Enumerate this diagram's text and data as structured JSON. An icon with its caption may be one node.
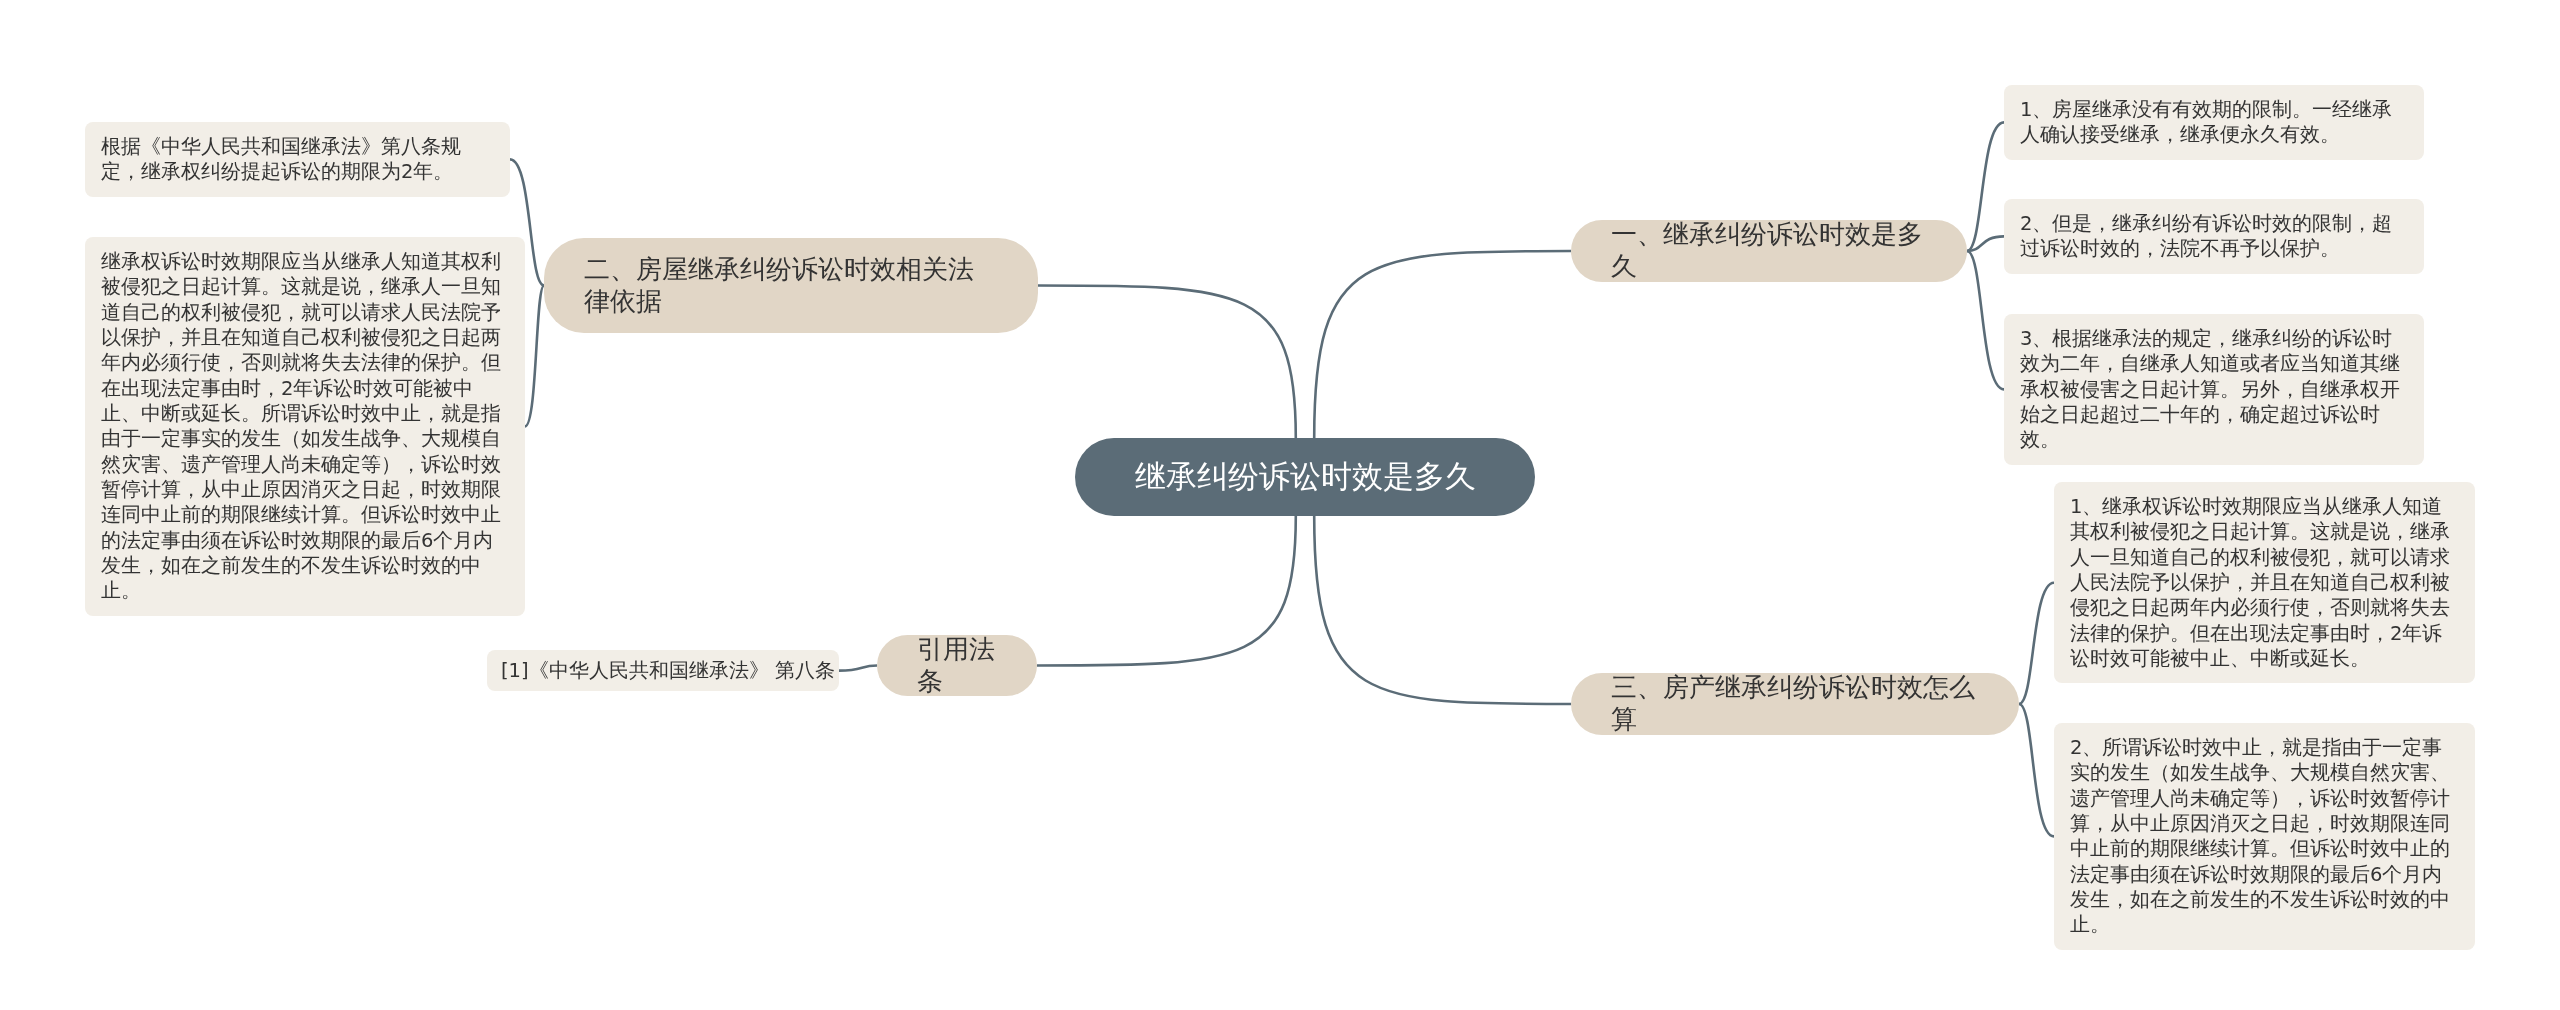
{
  "diagram": {
    "nodes": [
      {
        "text": [
          "继承纠纷诉讼时效是多久"
        ]
      },
      {
        "text": [
          "一、继承纠纷诉讼时效是多久"
        ]
      },
      {
        "text": [
          "1、房屋继承没有有效期的限制。一经继承人确认接受继承，继承便永久有效。"
        ]
      },
      {
        "text": [
          "2、但是，继承纠纷有诉讼时效的限制，超过诉讼时效的，法院不再予以保护。"
        ]
      },
      {
        "text": [
          "3、根据继承法的规定，继承纠纷的诉讼时效为二年，自继承人知道或者应当知道其继承权被侵害之日起计算。另外，自继承权开始之日起超过二十年的，确定超过诉讼时效。"
        ]
      },
      {
        "text": [
          "二、房屋继承纠纷诉讼时效相关法律依据"
        ]
      },
      {
        "text": [
          "根据《中华人民共和国继承法》第八条规定，继承权纠纷提起诉讼的期限为2年。"
        ]
      },
      {
        "text": [
          "继承权诉讼时效期限应当从继承人知道其权利被侵犯之日起计算。这就是说，继承人一旦知道自己的权利被侵犯，就可以请求人民法院予以保护，并且在知道自己权利被侵犯之日起两年内必须行使，否则就将失去法律的保护。但在出现法定事由时，2年诉讼时效可能被中止、中断或延长。所谓诉讼时效中止，就是指由于一定事实的发生（如发生战争、大规模自然灾害、遗产管理人尚未确定等），诉讼时效暂停计算，从中止原因消灭之日起，时效期限连同中止前的期限继续计算。但诉讼时效中止的法定事由须在诉讼时效期限的最后6个月内发生，如在之前发生的不发生诉讼时效的中止。"
        ]
      },
      {
        "text": [
          "三、房产继承纠纷诉讼时效怎么算"
        ]
      },
      {
        "text": [
          "1、继承权诉讼时效期限应当从继承人知道其权利被侵犯之日起计算。这就是说，继承人一旦知道自己的权利被侵犯，就可以请求人民法院予以保护，并且在知道自己权利被侵犯之日起两年内必须行使，否则就将失去法律的保护。但在出现法定事由时，2年诉讼时效可能被中止、中断或延长。"
        ]
      },
      {
        "text": [
          "2、所谓诉讼时效中止，就是指由于一定事实的发生（如发生战争、大规模自然灾害、遗产管理人尚未确定等），诉讼时效暂停计算，从中止原因消灭之日起，时效期限连同中止前的期限继续计算。但诉讼时效中止的法定事由须在诉讼时效期限的最后6个月内发生，如在之前发生的不发生诉讼时效的中止。"
        ]
      },
      {
        "text": [
          "引用法条"
        ]
      },
      {
        "text": [
          "[1]《中华人民共和国继承法》 第八条"
        ]
      }
    ],
    "edges": [
      {
        "from": 0,
        "to": 1,
        "arrow": "none"
      },
      {
        "from": 1,
        "to": 2,
        "arrow": "none"
      },
      {
        "from": 1,
        "to": 3,
        "arrow": "none"
      },
      {
        "from": 1,
        "to": 4,
        "arrow": "none"
      },
      {
        "from": 0,
        "to": 5,
        "arrow": "none"
      },
      {
        "from": 5,
        "to": 6,
        "arrow": "none"
      },
      {
        "from": 5,
        "to": 7,
        "arrow": "none"
      },
      {
        "from": 0,
        "to": 8,
        "arrow": "none"
      },
      {
        "from": 8,
        "to": 9,
        "arrow": "none"
      },
      {
        "from": 8,
        "to": 10,
        "arrow": "none"
      },
      {
        "from": 0,
        "to": 11,
        "arrow": "none"
      },
      {
        "from": 11,
        "to": 12,
        "arrow": "none"
      }
    ]
  }
}
